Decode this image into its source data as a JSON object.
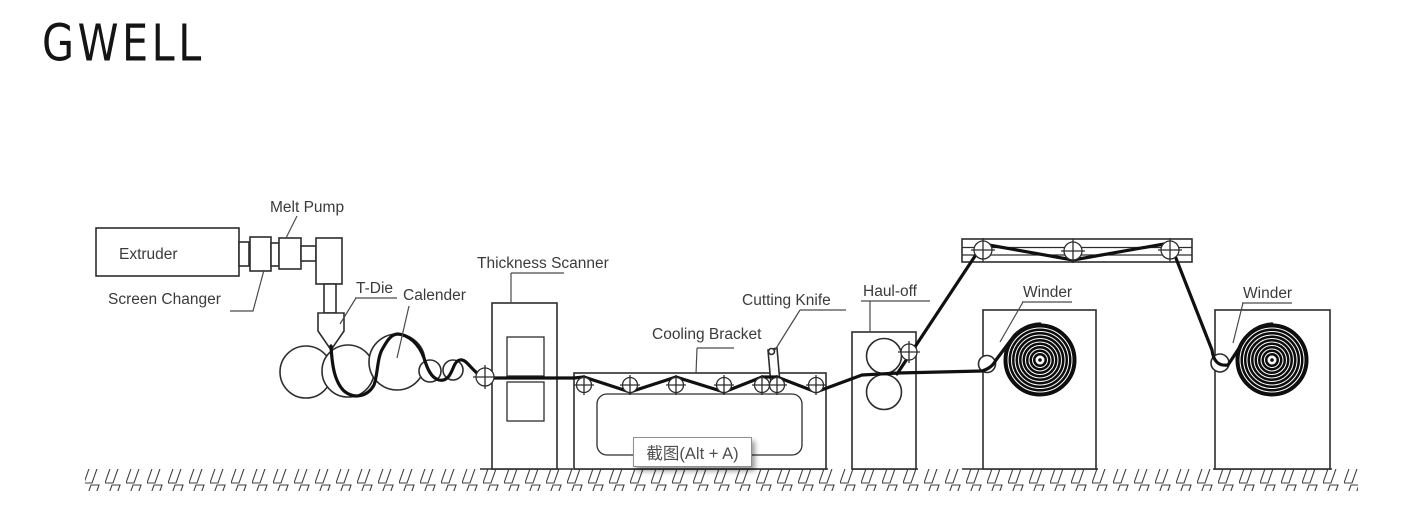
{
  "logo": {
    "text": "GWELL"
  },
  "tooltip": {
    "text": "截图(Alt + A)"
  },
  "labels": {
    "extruder": "Extruder",
    "screen_changer": "Screen Changer",
    "melt_pump": "Melt Pump",
    "t_die": "T-Die",
    "calender": "Calender",
    "thickness_scanner": "Thickness Scanner",
    "cooling_bracket": "Cooling Bracket",
    "cutting_knife": "Cutting Knife",
    "haul_off": "Haul-off",
    "winder_1": "Winder",
    "winder_2": "Winder"
  },
  "colors": {
    "background": "#ffffff",
    "line": "#2d2d2d",
    "film": "#101010",
    "label_text": "#3b3b3b",
    "tooltip_border": "#8f8f8f",
    "tooltip_text": "#4f4f4f"
  }
}
